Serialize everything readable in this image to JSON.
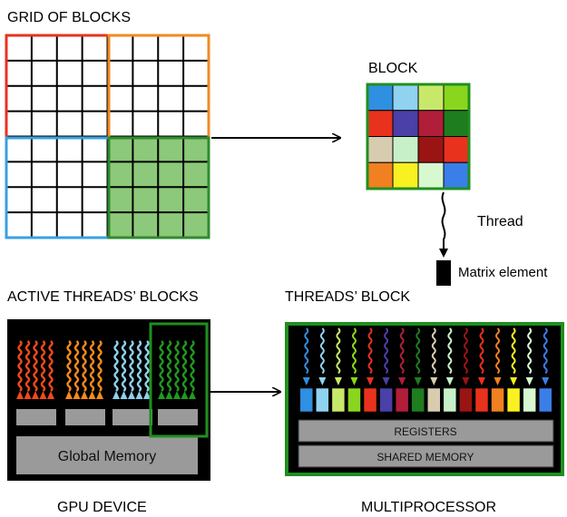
{
  "labels": {
    "grid_of_blocks": "GRID OF BLOCKS",
    "block": "BLOCK",
    "thread": "Thread",
    "matrix_element": "Matrix element",
    "active_threads_blocks": "ACTIVE THREADS’ BLOCKS",
    "threads_block": "THREADS’ BLOCK",
    "gpu_device": "GPU DEVICE",
    "multiprocessor": "MULTIPROCESSOR",
    "global_memory": "Global Memory",
    "registers": "REGISTERS",
    "shared_memory": "SHARED MEMORY"
  },
  "colors": {
    "grid_block_top_left": "#e8321e",
    "grid_block_top_right": "#f08a24",
    "grid_block_bottom_left": "#3aa0e0",
    "grid_block_bottom_right": "#2e8b2e",
    "grid_block_bottom_right_fill": "#8cc97a",
    "gpu_block_orange_red": "#f04a1a",
    "gpu_block_orange": "#f58a1a",
    "gpu_block_light_blue": "#8ed0ee",
    "gpu_block_green": "#1f9a1f",
    "memory_gray": "#9a9a9a"
  },
  "block_cells": [
    "#2f8fe0",
    "#8fd3f0",
    "#c8e86a",
    "#8ad61e",
    "#e8321e",
    "#4b3fa8",
    "#b01e3a",
    "#1e7d1e",
    "#d8ccb0",
    "#c8f0c8",
    "#9a1414",
    "#e8321e",
    "#f08020",
    "#f8f020",
    "#d8f8d0",
    "#3a7ee8"
  ],
  "thread_colors": [
    "#2f8fe0",
    "#8fd3f0",
    "#c8e86a",
    "#8ad61e",
    "#e8321e",
    "#4b3fa8",
    "#b01e3a",
    "#1e7d1e",
    "#d8ccb0",
    "#c8f0c8",
    "#9a1414",
    "#e8321e",
    "#f08020",
    "#f8f020",
    "#d8f8d0",
    "#3a7ee8"
  ]
}
